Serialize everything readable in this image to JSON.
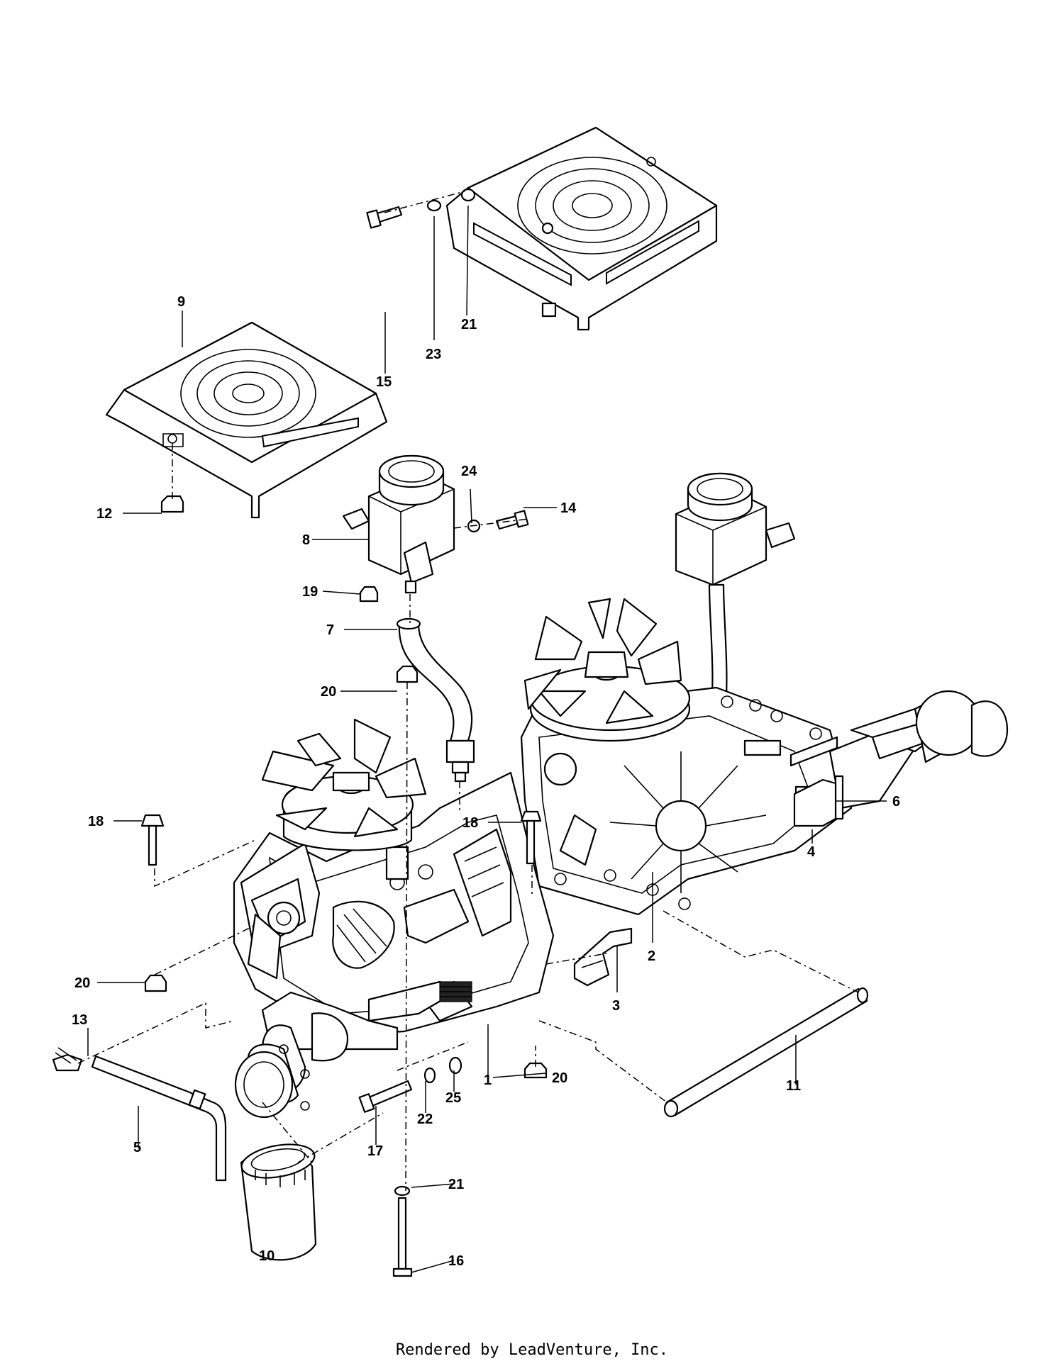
{
  "footer": "Rendered by LeadVenture, Inc.",
  "callouts": {
    "c1": "1",
    "c2": "2",
    "c3": "3",
    "c4": "4",
    "c5": "5",
    "c6": "6",
    "c7": "7",
    "c8": "8",
    "c9": "9",
    "c10": "10",
    "c11": "11",
    "c12": "12",
    "c13": "13",
    "c14": "14",
    "c15": "15",
    "c16": "16",
    "c17": "17",
    "c18a": "18",
    "c18b": "18",
    "c19": "19",
    "c20a": "20",
    "c20b": "20",
    "c20c": "20",
    "c21a": "21",
    "c21b": "21",
    "c22": "22",
    "c23": "23",
    "c24": "24",
    "c25": "25"
  }
}
